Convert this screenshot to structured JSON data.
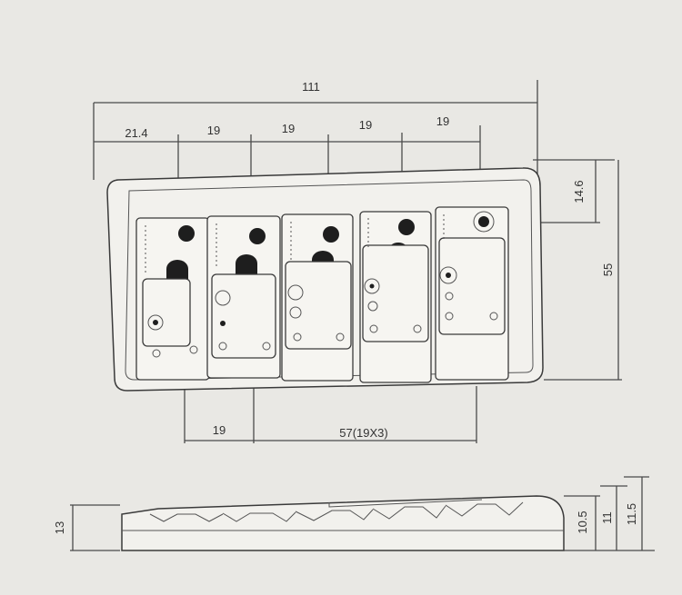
{
  "top_view": {
    "overall_width": "111",
    "first_offset": "21.4",
    "spacings": [
      "19",
      "19",
      "19",
      "19"
    ],
    "height_offset": "14.6",
    "body_height": "55",
    "bottom_left_spacing": "19",
    "bottom_span": "57(19X3)"
  },
  "side_view": {
    "left_height": "13",
    "heights": [
      "10.5",
      "11",
      "11.5"
    ]
  }
}
